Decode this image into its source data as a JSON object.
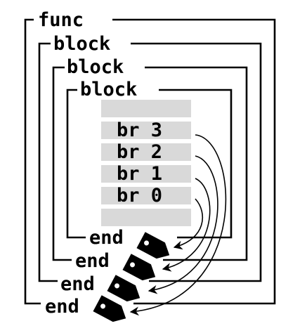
{
  "diagram": {
    "labels": {
      "func": "func",
      "block_outer": "block",
      "block_middle": "block",
      "block_inner": "block",
      "end_inner": "end",
      "end_middle": "end",
      "end_outer": "end",
      "end_func": "end"
    },
    "instructions": [
      "br 3",
      "br 2",
      "br 1",
      "br 0"
    ],
    "colors": {
      "line": "#000000",
      "slot": "#d9d9d9",
      "background": "#ffffff"
    },
    "icons": [
      "tag-icon"
    ]
  }
}
